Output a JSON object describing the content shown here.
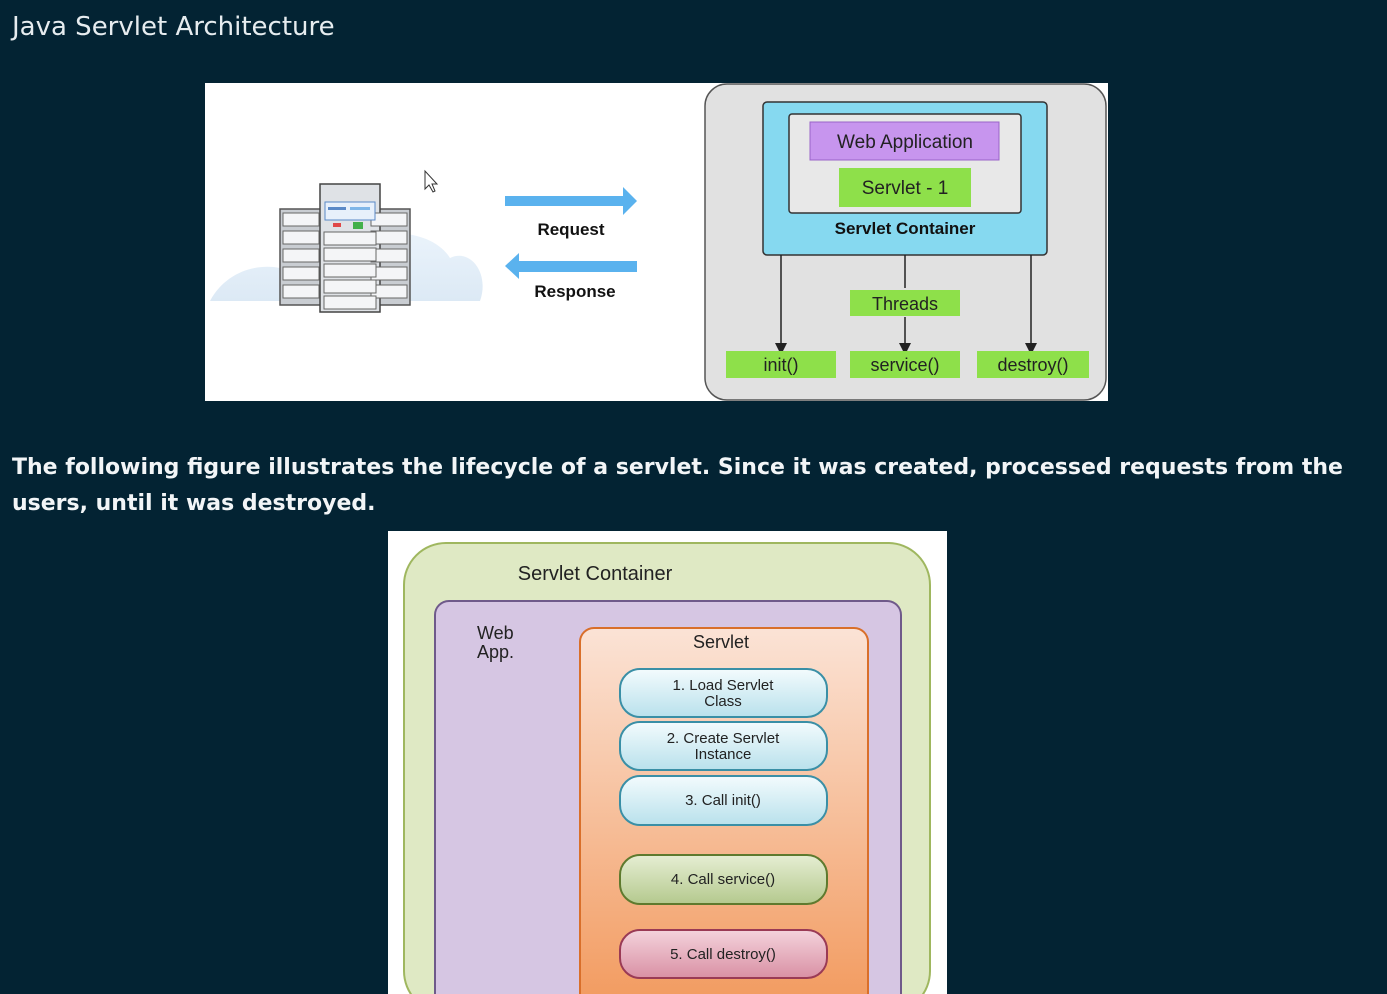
{
  "page": {
    "title": "Java Servlet Architecture",
    "description": "The following figure illustrates the lifecycle of a servlet. Since it was created, processed requests from the users, until it was destroyed."
  },
  "architecture_diagram": {
    "request_label": "Request",
    "response_label": "Response",
    "web_application_label": "Web Application",
    "servlet_label": "Servlet - 1",
    "container_label": "Servlet Container",
    "threads_label": "Threads",
    "methods": [
      "init()",
      "service()",
      "destroy()"
    ],
    "colors": {
      "container_bg": "#86d9f0",
      "panel_bg": "#e1e1e1",
      "web_app": "#c795ee",
      "green": "#8ee04a",
      "arrow": "#5ab2ee"
    }
  },
  "lifecycle_diagram": {
    "container_label": "Servlet Container",
    "webapp_label_line1": "Web",
    "webapp_label_line2": "App.",
    "servlet_label": "Servlet",
    "steps": [
      {
        "line1": "1. Load Servlet",
        "line2": "Class"
      },
      {
        "line1": "2. Create Servlet",
        "line2": "Instance"
      },
      {
        "line1": "3. Call init()",
        "line2": ""
      },
      {
        "line1": "4. Call service()",
        "line2": ""
      },
      {
        "line1": "5. Call destroy()",
        "line2": ""
      }
    ],
    "colors": {
      "container": "#dfe9c4",
      "webapp": "#d6c6e3",
      "servlet": "#f6a872",
      "step_blue": "#cfeaf2",
      "step_green": "#c7d6a4",
      "step_red": "#e6aab8"
    }
  }
}
